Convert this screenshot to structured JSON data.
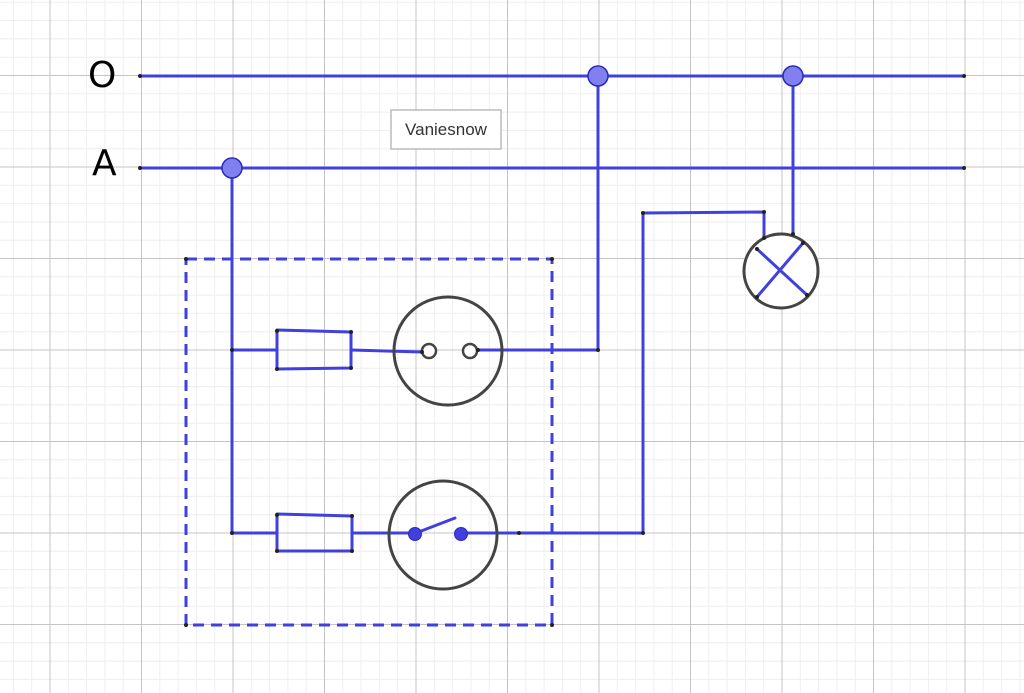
{
  "labels": {
    "neutral_rail": "O",
    "phase_rail": "A",
    "watermark": "Vaniesnow"
  },
  "colors": {
    "wire": "#4040e0",
    "node_fill": "#8080f0",
    "device_outline": "#444444",
    "grid_minor": "#eeeeee",
    "grid_major": "#c4c4c4",
    "watermark_border": "#bbbbbb"
  },
  "components": {
    "box": "distribution-box",
    "socket": "socket",
    "switch": "switch",
    "fuses": [
      "fuse",
      "fuse"
    ],
    "lamp": "lamp"
  }
}
